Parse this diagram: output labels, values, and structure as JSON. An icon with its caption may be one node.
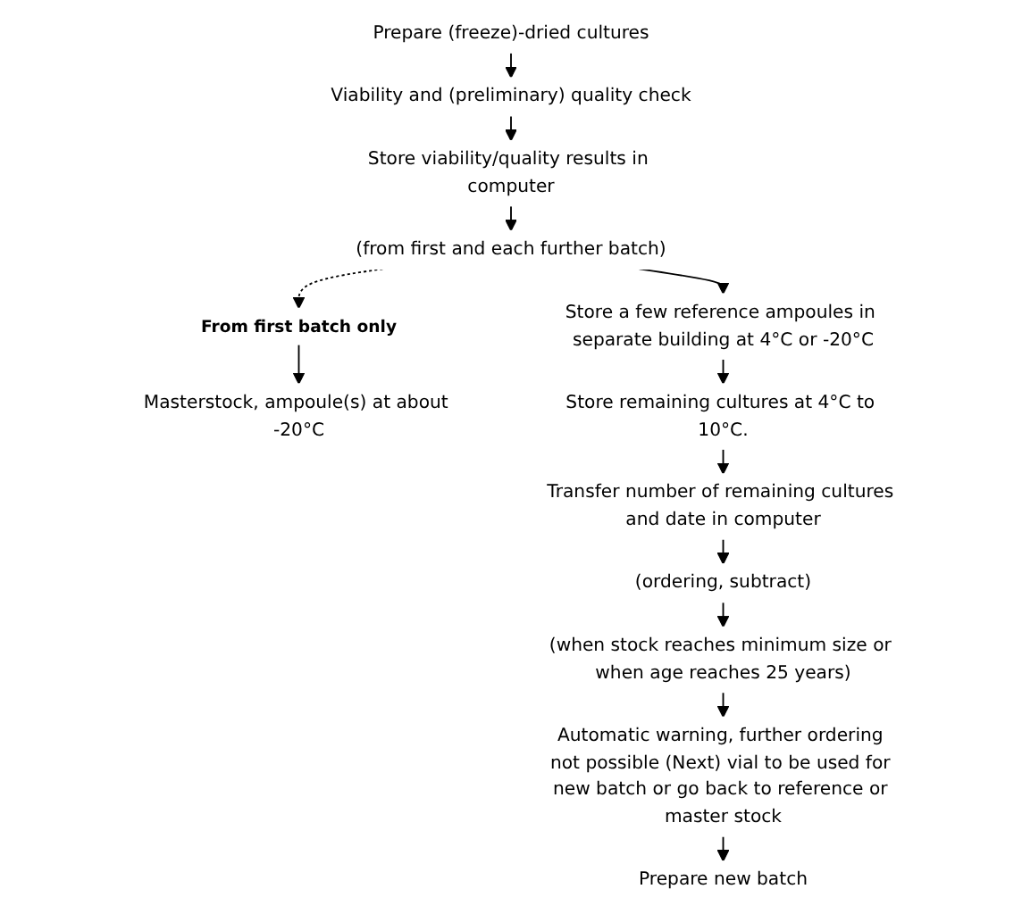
{
  "diagram": {
    "nodes": [
      {
        "text": [
          "Prepare (freeze)-dried cultures"
        ]
      },
      {
        "text": [
          "Viability and (preliminary) quality check"
        ]
      },
      {
        "text": [
          "Store viability/quality results in computer"
        ]
      },
      {
        "text": [
          "(from first and each further batch)"
        ]
      },
      {
        "text": [
          "From first batch only"
        ]
      },
      {
        "text": [
          "Masterstock, ampoule(s) at about -20°C"
        ]
      },
      {
        "text": [
          "Store a few reference ampoules in separate building at 4°C or -20°C"
        ]
      },
      {
        "text": [
          "Store remaining cultures at 4°C to 10°C."
        ]
      },
      {
        "text": [
          "Transfer number of remaining cultures and date in computer"
        ]
      },
      {
        "text": [
          "(ordering, subtract)"
        ]
      },
      {
        "text": [
          "(when stock reaches minimum size or when age reaches 25 years)"
        ]
      },
      {
        "text": [
          "Automatic warning, further ordering not possible (Next) vial to be used for new batch or go back to reference or master stock"
        ]
      },
      {
        "text": [
          "Prepare new batch"
        ]
      }
    ],
    "edges": [
      {
        "from": 0,
        "to": 1,
        "arrow": "to"
      },
      {
        "from": 1,
        "to": 2,
        "arrow": "to"
      },
      {
        "from": 2,
        "to": 3,
        "arrow": "to"
      },
      {
        "from": 3,
        "to": 4,
        "arrow": "to",
        "style": "dashed"
      },
      {
        "from": 4,
        "to": 5,
        "arrow": "to"
      },
      {
        "from": 3,
        "to": 6,
        "arrow": "to"
      },
      {
        "from": 6,
        "to": 7,
        "arrow": "to"
      },
      {
        "from": 7,
        "to": 8,
        "arrow": "to"
      },
      {
        "from": 8,
        "to": 9,
        "arrow": "to"
      },
      {
        "from": 9,
        "to": 10,
        "arrow": "to"
      },
      {
        "from": 10,
        "to": 11,
        "arrow": "to"
      },
      {
        "from": 11,
        "to": 12,
        "arrow": "to"
      }
    ]
  }
}
